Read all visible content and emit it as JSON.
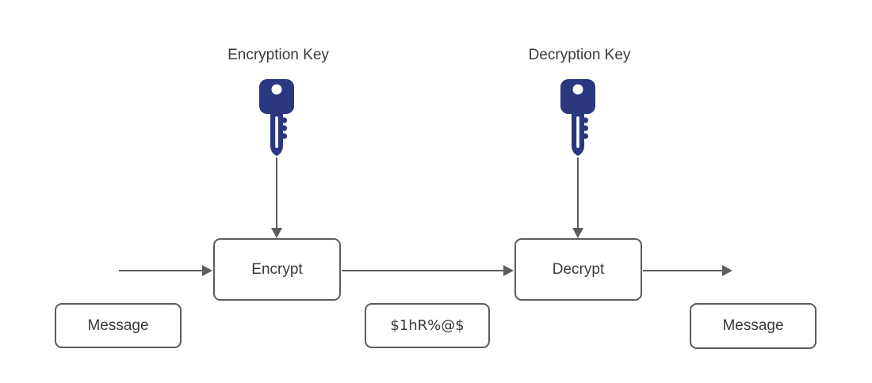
{
  "diagram": {
    "type": "flow-diagram",
    "subject": "symmetric encryption / decryption flow",
    "labels": {
      "encryption_key": "Encryption Key",
      "decryption_key": "Decryption Key"
    },
    "nodes": {
      "encrypt": "Encrypt",
      "decrypt": "Decrypt",
      "message_in": "Message",
      "ciphertext": "$1hR%@$",
      "message_out": "Message"
    },
    "icons": {
      "encryption_key": "key-icon",
      "decryption_key": "key-icon"
    },
    "colors": {
      "key_fill": "#2b377e",
      "stroke": "#5c5c5c",
      "text": "#3a3a3a",
      "node_fill": "#ffffff",
      "background": "#ffffff"
    },
    "flow": [
      "input -> Encrypt (Encryption Key applied)",
      "Encrypt -> Decrypt as ciphertext $1hR%@$",
      "Decrypt -> output (Decryption Key applied)"
    ]
  }
}
